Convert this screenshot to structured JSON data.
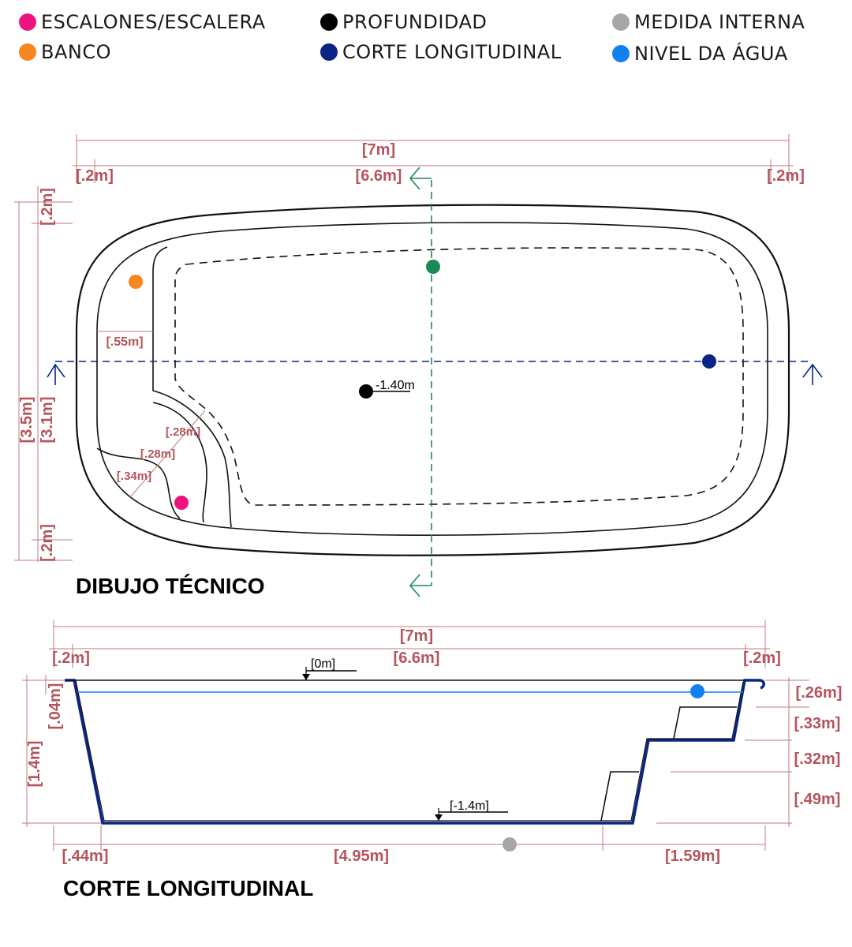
{
  "colors": {
    "escalones": "#ee1480",
    "banco": "#f7861e",
    "profundidad": "#000000",
    "corte": "#0b2585",
    "medida": "#a7a7a7",
    "nivel": "#1280ee",
    "vertical_section": "#1d8a55",
    "dimension": "#b5545c"
  },
  "legend": {
    "escalones": "ESCALONES/ESCALERA",
    "banco": "BANCO",
    "profundidad": "PROFUNDIDAD",
    "corte": "CORTE LONGITUDINAL",
    "medida": "MEDIDA INTERNA",
    "nivel": "NIVEL DA ÁGUA"
  },
  "plan": {
    "title": "DIBUJO TÉCNICO",
    "total_length": "[7m]",
    "inner_length": "[6.6m]",
    "wall_left": "[.2m]",
    "wall_right": "[.2m]",
    "total_width": "[3.5m]",
    "inner_width": "[3.1m]",
    "wall_top": "[.2m]",
    "wall_bottom": "[.2m]",
    "bench_width": "[.55m]",
    "step_1": "[.28m]",
    "step_2": "[.28m]",
    "step_3": "[.34m]",
    "depth": "-1.40m"
  },
  "section": {
    "title": "CORTE LONGITUDINAL",
    "total_length": "[7m]",
    "inner_length": "[6.6m]",
    "wall_left": "[.2m]",
    "wall_right": "[.2m]",
    "level_top": "[0m]",
    "level_bottom": "[-1.4m]",
    "depth_total": "[1.4m]",
    "water_offset": "[.04m]",
    "step_h1": "[.26m]",
    "step_h2": "[.33m]",
    "step_h3": "[.32m]",
    "step_h4": "[.49m]",
    "slope_left": "[.44m]",
    "floor_length": "[4.95m]",
    "steps_length": "[1.59m]"
  }
}
